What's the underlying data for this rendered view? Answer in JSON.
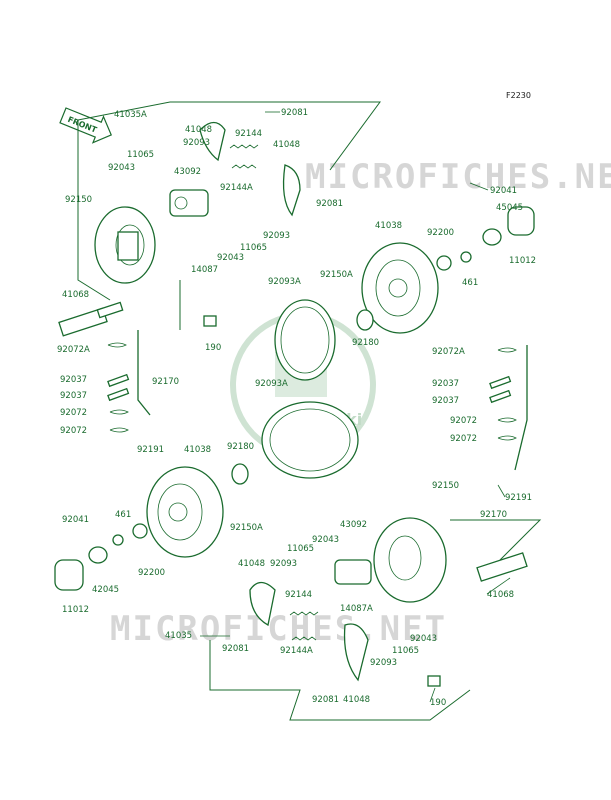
{
  "figure_code": "F2230",
  "front_label": "FRONT",
  "watermarks": [
    "MICROFICHES.NET",
    "MICROFICHES.NET"
  ],
  "logo_text": "Kawasaki",
  "part_labels": [
    "41035A",
    "41048",
    "92081",
    "92093",
    "92144",
    "11065",
    "41048",
    "92043",
    "43092",
    "92144A",
    "92081",
    "92041",
    "92150",
    "45045",
    "11012",
    "92200",
    "41038",
    "461",
    "92043",
    "14087",
    "11065",
    "92093",
    "41068",
    "92093A",
    "92150A",
    "190",
    "92072A",
    "92180",
    "92072A",
    "92037",
    "92170",
    "92037",
    "92037",
    "92037",
    "92093A",
    "92072",
    "92072",
    "92072",
    "92072",
    "92191",
    "41038",
    "92180",
    "92191",
    "92041",
    "461",
    "92150A",
    "92150",
    "92170",
    "42045",
    "92200",
    "11012",
    "11065",
    "43092",
    "92043",
    "41048",
    "92093",
    "92144",
    "14087A",
    "41035",
    "92081",
    "92144A",
    "92043",
    "11065",
    "41068",
    "92093",
    "92081",
    "41048",
    "190"
  ]
}
